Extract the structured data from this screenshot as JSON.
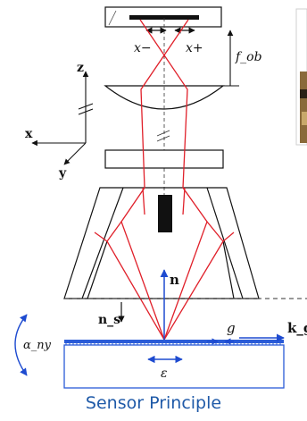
{
  "labels": {
    "x_minus": "x−",
    "x_plus": "x+",
    "f_ob": "f_ob",
    "axis_z": "z",
    "axis_x": "x",
    "axis_y": "y",
    "n": "n",
    "n_s": "n_s",
    "g": "g",
    "k_g": "k_g",
    "alpha_ny": "α_ny",
    "epsilon": "ε"
  },
  "caption": "Sensor Principle",
  "colors": {
    "beam": "#e0202a",
    "accent": "#1f5aa8",
    "arrow": "#1e4bd0",
    "outline": "#111111",
    "grating": "#2a5bd7"
  }
}
